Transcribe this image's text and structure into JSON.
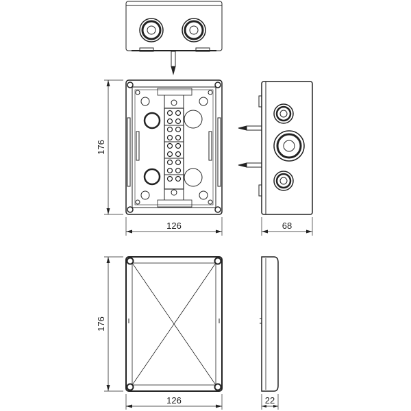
{
  "dimensions": {
    "front_height": "176",
    "front_width": "126",
    "side_depth": "68",
    "lid_height": "176",
    "lid_width": "126",
    "lid_depth": "22"
  },
  "colors": {
    "line": "#222222",
    "background": "#ffffff"
  }
}
